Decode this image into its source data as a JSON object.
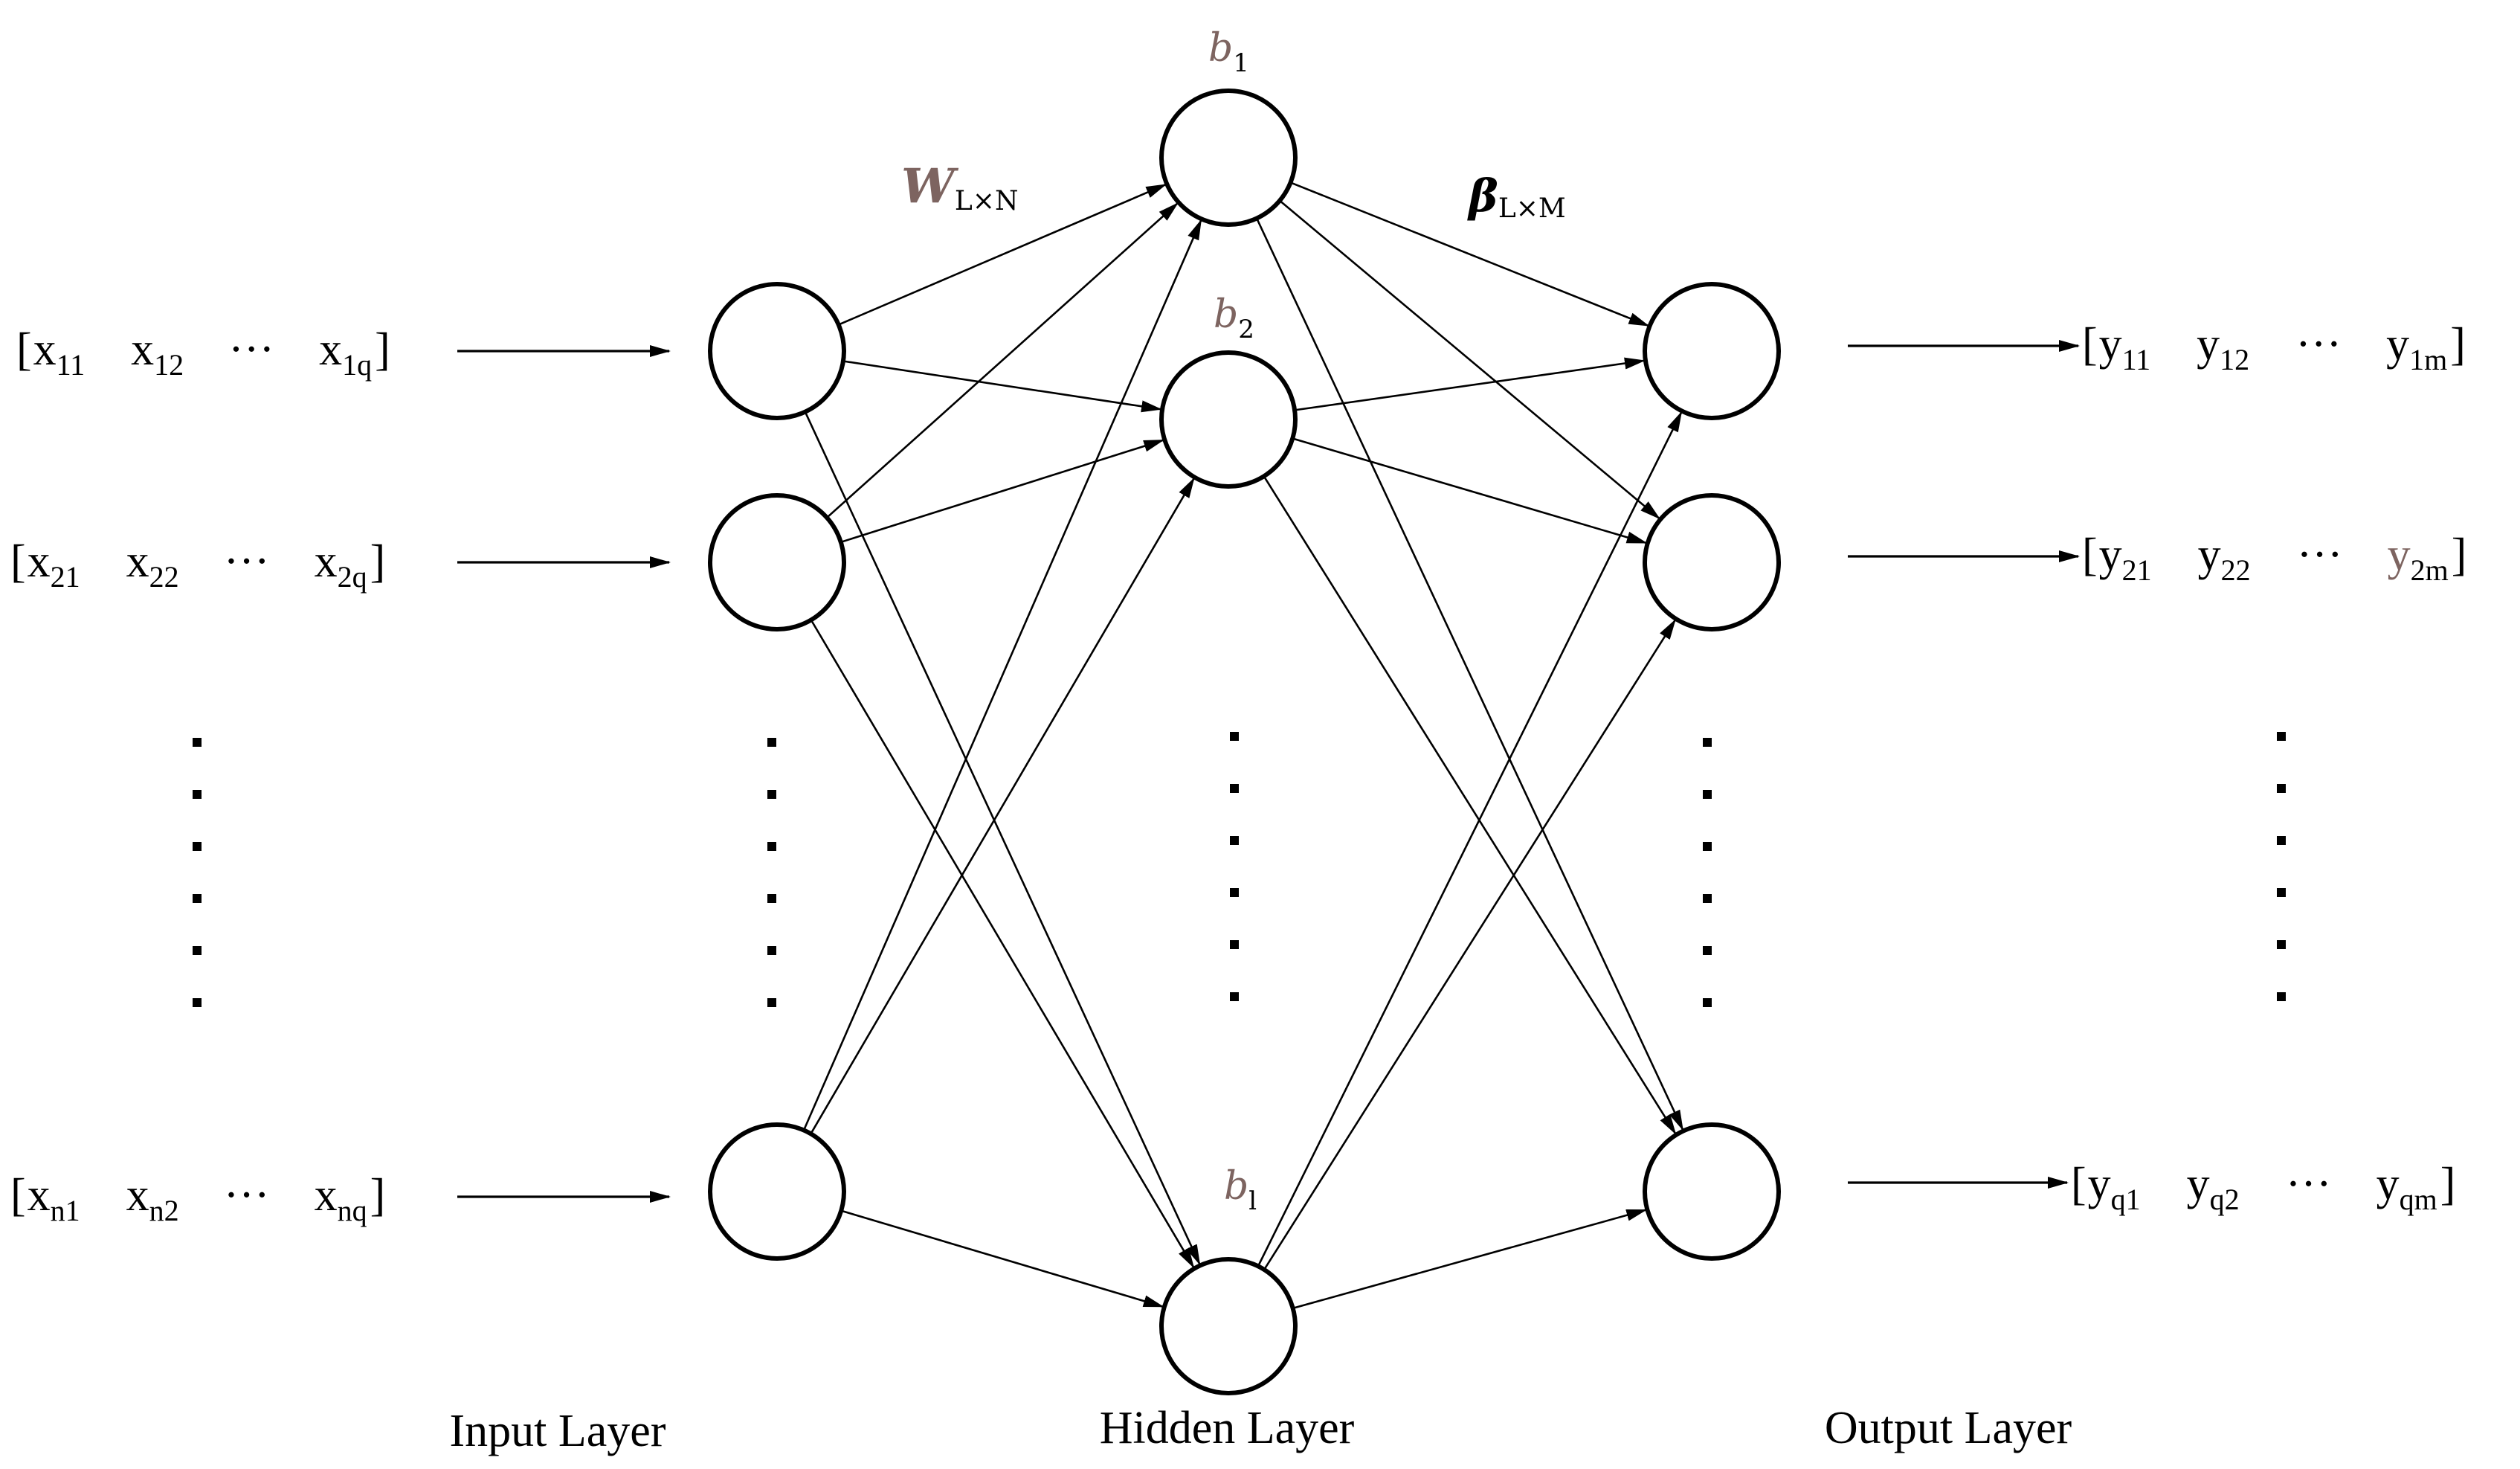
{
  "colors": {
    "line": "#000000",
    "accent": "#7d6460"
  },
  "layers": {
    "input": {
      "label": "Input Layer"
    },
    "hidden": {
      "label": "Hidden Layer"
    },
    "output": {
      "label": "Output Layer"
    }
  },
  "weights": {
    "input_hidden": {
      "symbol": "W",
      "sub": "L×N"
    },
    "hidden_output": {
      "symbol": "β",
      "sub": "L×M"
    }
  },
  "hidden_biases": [
    {
      "base": "b",
      "sub": "1"
    },
    {
      "base": "b",
      "sub": "2"
    },
    {
      "base": "b",
      "sub": "l"
    }
  ],
  "input_vectors": [
    {
      "open": "[",
      "close": "]",
      "terms": [
        {
          "base": "x",
          "sub": "11"
        },
        {
          "base": "x",
          "sub": "12"
        },
        {
          "text": "···"
        },
        {
          "base": "x",
          "sub": "1q"
        }
      ]
    },
    {
      "open": "[",
      "close": "]",
      "terms": [
        {
          "base": "x",
          "sub": "21"
        },
        {
          "base": "x",
          "sub": "22"
        },
        {
          "text": "···"
        },
        {
          "base": "x",
          "sub": "2q"
        }
      ]
    },
    {
      "open": "[",
      "close": "]",
      "terms": [
        {
          "base": "x",
          "sub": "n1"
        },
        {
          "base": "x",
          "sub": "n2"
        },
        {
          "text": "···"
        },
        {
          "base": "x",
          "sub": "nq"
        }
      ]
    }
  ],
  "output_vectors": [
    {
      "open": "[",
      "close": "]",
      "terms": [
        {
          "base": "y",
          "sub": "11"
        },
        {
          "base": "y",
          "sub": "12"
        },
        {
          "text": "···"
        },
        {
          "base": "y",
          "sub": "1m"
        }
      ]
    },
    {
      "open": "[",
      "close": "]",
      "terms": [
        {
          "base": "y",
          "sub": "21"
        },
        {
          "base": "y",
          "sub": "22"
        },
        {
          "text": "···"
        },
        {
          "base": "y",
          "sub": "2m"
        }
      ]
    },
    {
      "open": "[",
      "close": "]",
      "terms": [
        {
          "base": "y",
          "sub": "q1"
        },
        {
          "base": "y",
          "sub": "q2"
        },
        {
          "text": "···"
        },
        {
          "base": "y",
          "sub": "qm"
        }
      ]
    }
  ]
}
